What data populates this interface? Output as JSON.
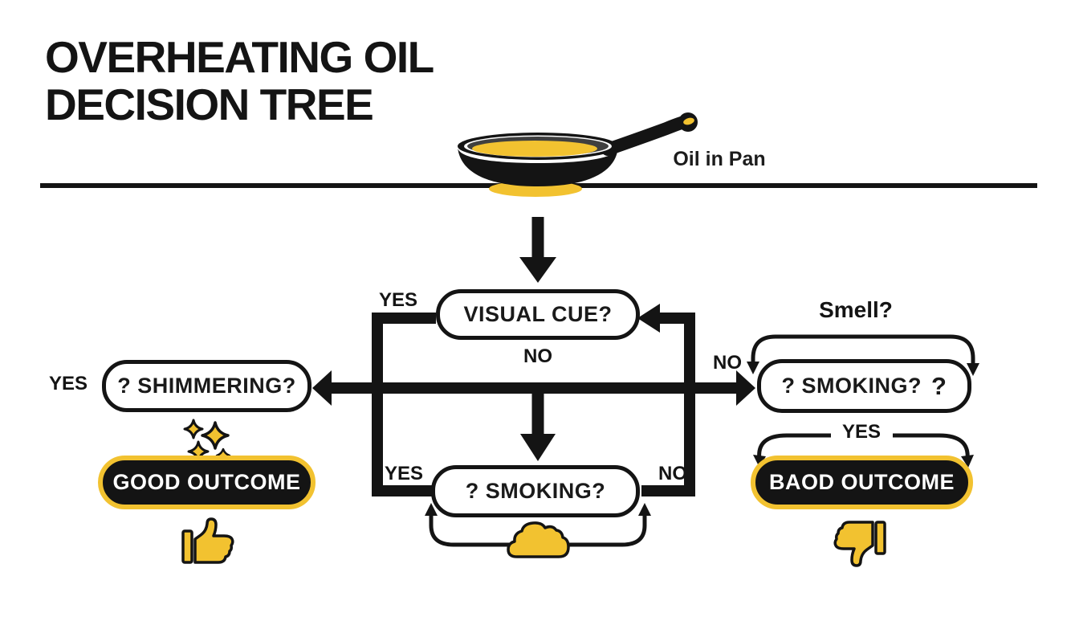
{
  "title": {
    "line1": "OVERHEATING OIL",
    "line2": "DECISION TREE"
  },
  "header": {
    "pan_label": "Oil in Pan"
  },
  "nodes": {
    "visual_cue": {
      "label": "VISUAL CUE?"
    },
    "shimmering": {
      "label": "? SHIMMERING?"
    },
    "smoking_center": {
      "label": "? SMOKING?"
    },
    "smoking_right": {
      "label": "? SMOKING?",
      "suffix": "?"
    },
    "good_outcome": {
      "label": "GOOD OUTCOME"
    },
    "bad_outcome": {
      "label": "BAOD OUTCOME"
    }
  },
  "edge_labels": {
    "visual_yes": "YES",
    "visual_no": "NO",
    "shimmering_yes": "YES",
    "smoking_center_yes": "YES",
    "smoking_center_no": "NO",
    "smoking_right_no": "NO",
    "smoking_right_yes": "YES",
    "smell": "Smell?"
  },
  "icons": {
    "pan": "frying-pan-icon",
    "sparkles": "sparkles-icon",
    "thumbs_up": "thumbs-up-icon",
    "thumbs_down": "thumbs-down-icon",
    "smoke": "smoke-cloud-icon"
  },
  "colors": {
    "accent_yellow": "#F2C230",
    "ink_black": "#141414",
    "background": "#FFFFFF"
  }
}
